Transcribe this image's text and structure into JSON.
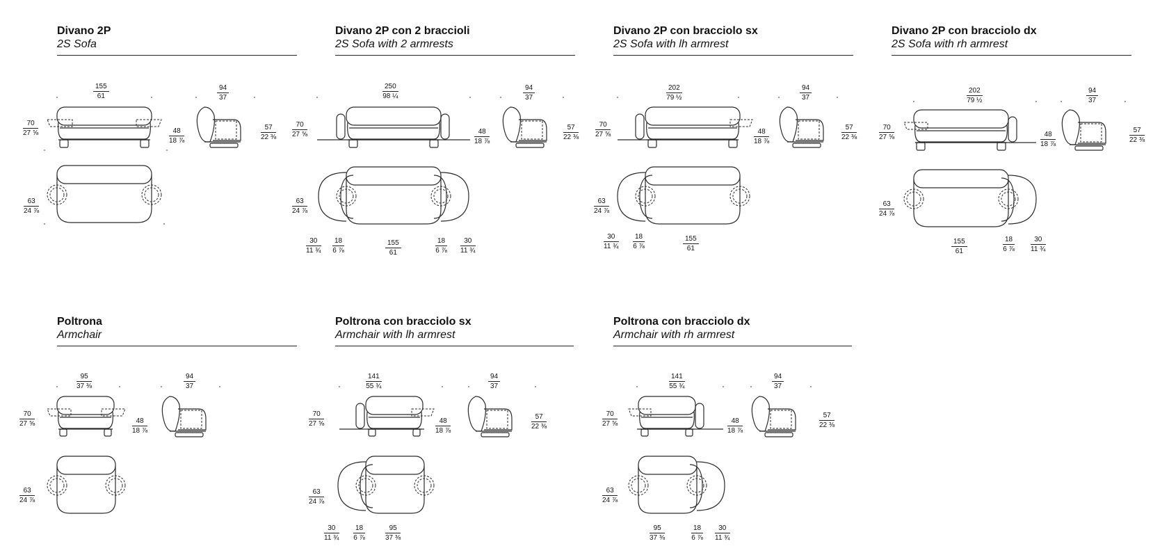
{
  "panels": [
    {
      "title": "Divano 2P",
      "subtitle": "2S Sofa",
      "dims": {
        "width": [
          "155",
          "61"
        ],
        "height": [
          "70",
          "27 ⅝"
        ],
        "seat": [
          "48",
          "18 ⅞"
        ],
        "depth_side": [
          "94",
          "37"
        ],
        "depth_h": [
          "57",
          "22 ⅜"
        ],
        "plan_depth": [
          "63",
          "24 ⅞"
        ]
      }
    },
    {
      "title": "Divano 2P con 2 braccioli",
      "subtitle": "2S Sofa with 2 armrests",
      "dims": {
        "width": [
          "250",
          "98 ¼"
        ],
        "height": [
          "70",
          "27 ⅝"
        ],
        "seat": [
          "48",
          "18 ⅞"
        ],
        "depth_side": [
          "94",
          "37"
        ],
        "depth_h": [
          "57",
          "22 ⅜"
        ],
        "plan_depth": [
          "63",
          "24 ⅞"
        ],
        "bottom": [
          [
            "30",
            "11 ¾"
          ],
          [
            "18",
            "6 ⅞"
          ],
          [
            "155",
            "61"
          ],
          [
            "18",
            "6 ⅞"
          ],
          [
            "30",
            "11 ¾"
          ]
        ]
      }
    },
    {
      "title": "Divano 2P con bracciolo sx",
      "subtitle": "2S Sofa with lh armrest",
      "dims": {
        "width": [
          "202",
          "79 ½"
        ],
        "height": [
          "70",
          "27 ⅝"
        ],
        "seat": [
          "48",
          "18 ⅞"
        ],
        "depth_side": [
          "94",
          "37"
        ],
        "depth_h": [
          "57",
          "22 ⅜"
        ],
        "plan_depth": [
          "63",
          "24 ⅞"
        ],
        "bottom": [
          [
            "30",
            "11 ¾"
          ],
          [
            "18",
            "6 ⅞"
          ],
          [
            "155",
            "61"
          ]
        ]
      }
    },
    {
      "title": "Divano 2P con bracciolo dx",
      "subtitle": "2S Sofa with rh armrest",
      "dims": {
        "width": [
          "202",
          "79 ½"
        ],
        "height": [
          "70",
          "27 ⅝"
        ],
        "seat": [
          "48",
          "18 ⅞"
        ],
        "depth_side": [
          "94",
          "37"
        ],
        "depth_h": [
          "57",
          "22 ⅜"
        ],
        "plan_depth": [
          "63",
          "24 ⅞"
        ],
        "bottom": [
          [
            "155",
            "61"
          ],
          [
            "18",
            "6 ⅞"
          ],
          [
            "30",
            "11 ¾"
          ]
        ]
      }
    },
    {
      "title": "Poltrona",
      "subtitle": "Armchair",
      "dims": {
        "width": [
          "95",
          "37 ⅜"
        ],
        "height": [
          "70",
          "27 ⅝"
        ],
        "seat": [
          "48",
          "18 ⅞"
        ],
        "depth_side": [
          "94",
          "37"
        ],
        "plan_depth": [
          "63",
          "24 ⅞"
        ]
      }
    },
    {
      "title": "Poltrona con bracciolo sx",
      "subtitle": "Armchair with lh armrest",
      "dims": {
        "width": [
          "141",
          "55 ¾"
        ],
        "height": [
          "70",
          "27 ⅝"
        ],
        "seat": [
          "48",
          "18 ⅞"
        ],
        "depth_side": [
          "94",
          "37"
        ],
        "depth_h": [
          "57",
          "22 ⅜"
        ],
        "plan_depth": [
          "63",
          "24 ⅞"
        ],
        "bottom": [
          [
            "30",
            "11 ¾"
          ],
          [
            "18",
            "6 ⅞"
          ],
          [
            "95",
            "37 ⅜"
          ]
        ]
      }
    },
    {
      "title": "Poltrona con bracciolo dx",
      "subtitle": "Armchair with rh armrest",
      "dims": {
        "width": [
          "141",
          "55 ¾"
        ],
        "height": [
          "70",
          "27 ⅝"
        ],
        "seat": [
          "48",
          "18 ⅞"
        ],
        "depth_side": [
          "94",
          "37"
        ],
        "depth_h": [
          "57",
          "22 ⅜"
        ],
        "plan_depth": [
          "63",
          "24 ⅞"
        ],
        "bottom": [
          [
            "95",
            "37 ⅜"
          ],
          [
            "18",
            "6 ⅞"
          ],
          [
            "30",
            "11 ¾"
          ]
        ]
      }
    }
  ]
}
